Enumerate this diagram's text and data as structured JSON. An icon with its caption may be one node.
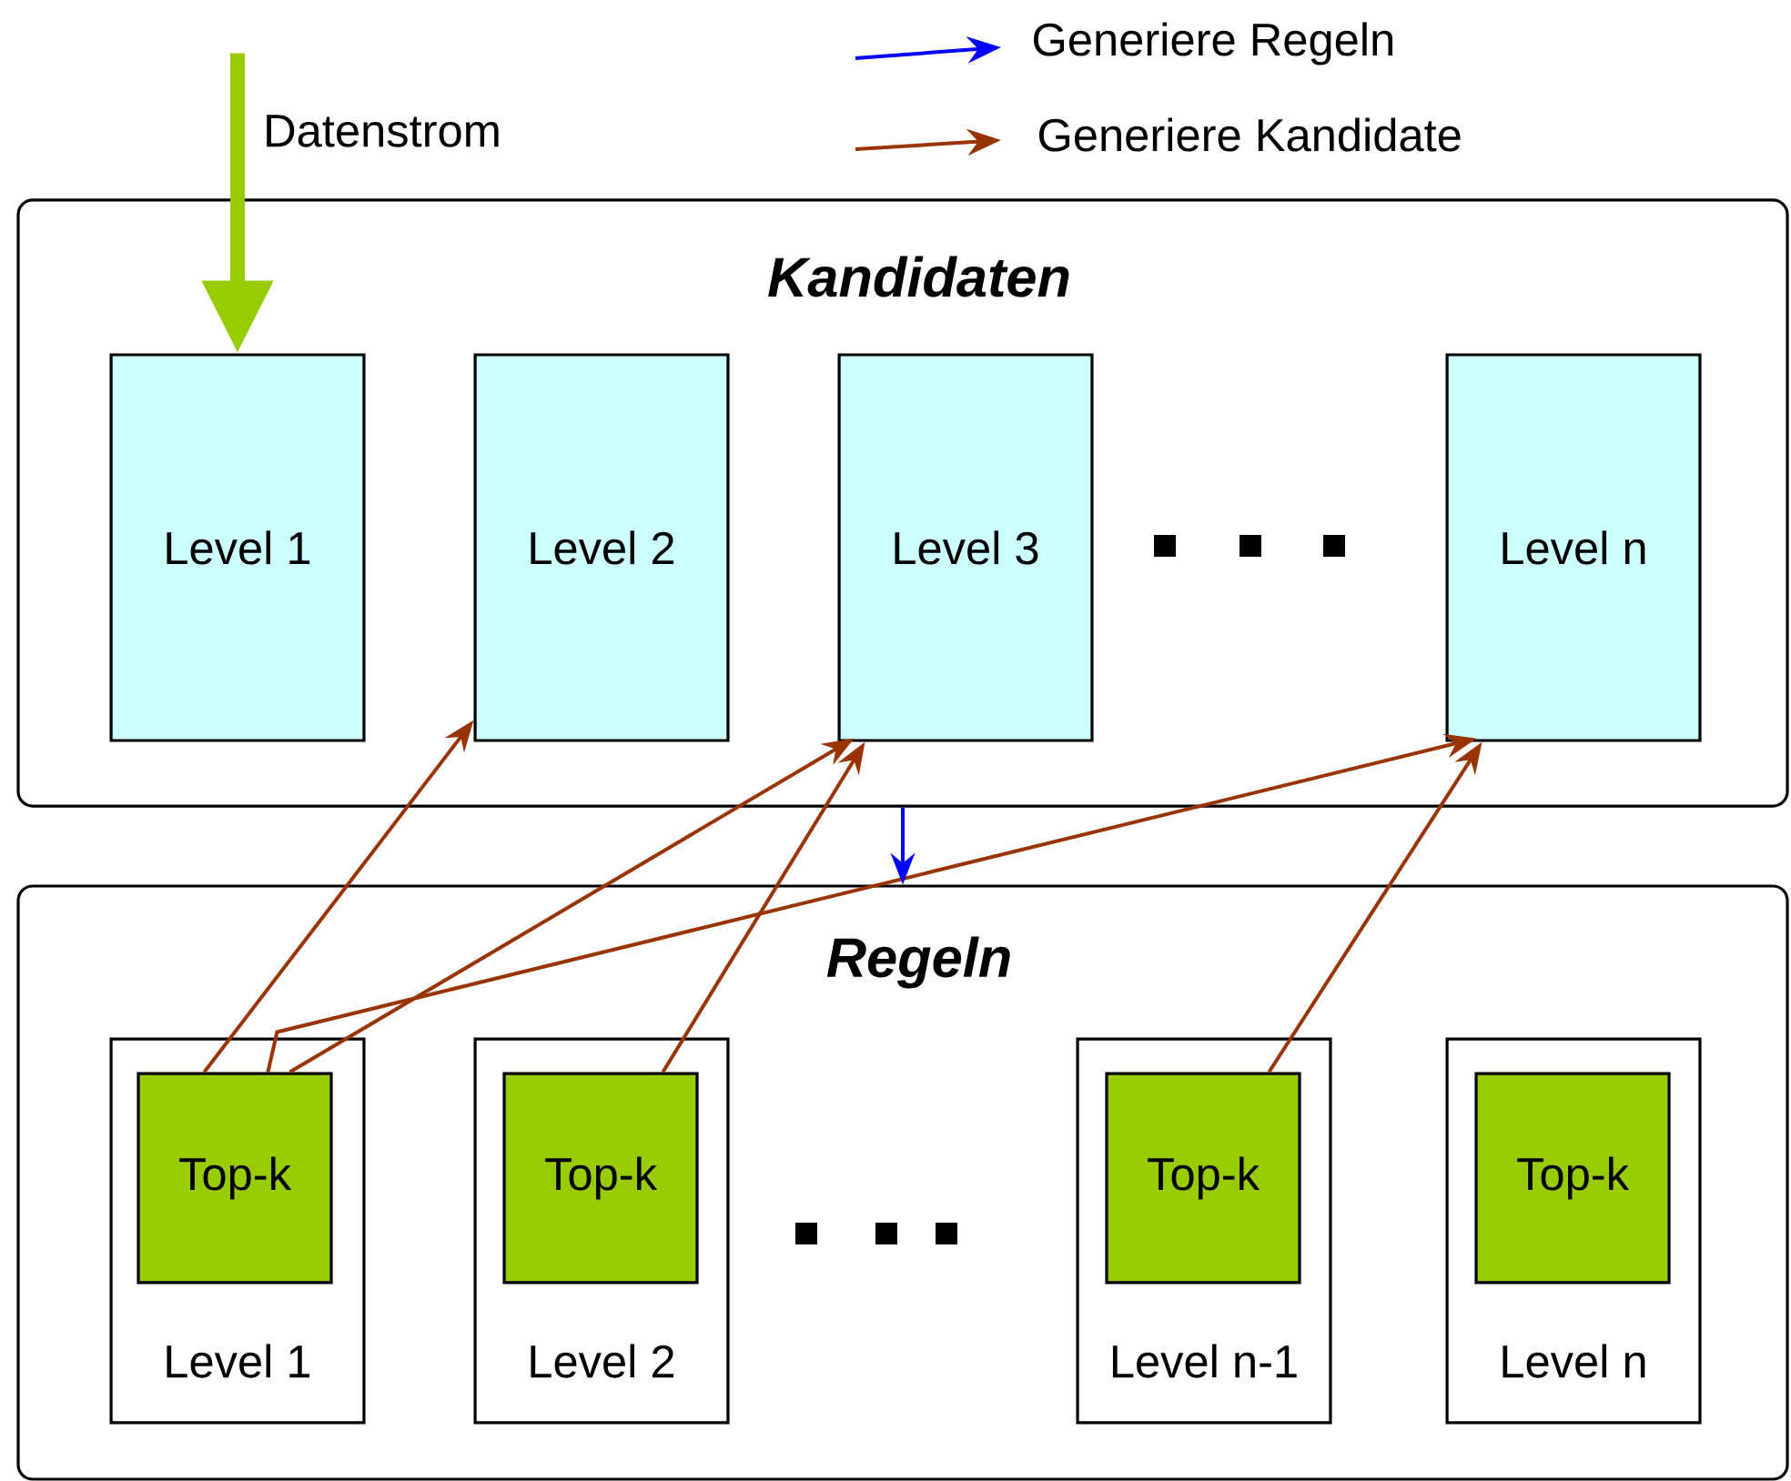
{
  "diagram": {
    "nodes": [
      {
        "text": [
          "Kandidaten"
        ]
      },
      {
        "text": [
          "Level 1"
        ],
        "in": 0
      },
      {
        "text": [
          "Level 2"
        ],
        "in": 0
      },
      {
        "text": [
          "Level 3"
        ],
        "in": 0
      },
      {
        "text": [
          "Level n"
        ],
        "in": 0
      },
      {
        "text": [
          "Regeln"
        ]
      },
      {
        "text": [
          "Level 1"
        ],
        "in": 5
      },
      {
        "text": [
          "Top-k"
        ],
        "in": 6
      },
      {
        "text": [
          "Level 2"
        ],
        "in": 5
      },
      {
        "text": [
          "Top-k"
        ],
        "in": 8
      },
      {
        "text": [
          "Level n-1"
        ],
        "in": 5
      },
      {
        "text": [
          "Top-k"
        ],
        "in": 10
      },
      {
        "text": [
          "Level n"
        ],
        "in": 5
      },
      {
        "text": [
          "Top-k"
        ],
        "in": 12
      }
    ],
    "edges": [
      {
        "from": null,
        "to": 1,
        "arrow": "to",
        "label": "Datenstrom",
        "style": "thick",
        "color": "#99cc00"
      },
      {
        "from": 7,
        "to": 2,
        "arrow": "to"
      },
      {
        "from": 7,
        "to": 3,
        "arrow": "to"
      },
      {
        "from": 7,
        "to": 4,
        "arrow": "to"
      },
      {
        "from": 9,
        "to": 3,
        "arrow": "to"
      },
      {
        "from": 11,
        "to": 4,
        "arrow": "to"
      },
      {
        "from": 0,
        "to": 5,
        "arrow": "to",
        "color": "#0000ff"
      }
    ],
    "legend": [
      {
        "text": "Generiere Regeln"
      },
      {
        "text": "Generiere Kandidate"
      }
    ]
  }
}
